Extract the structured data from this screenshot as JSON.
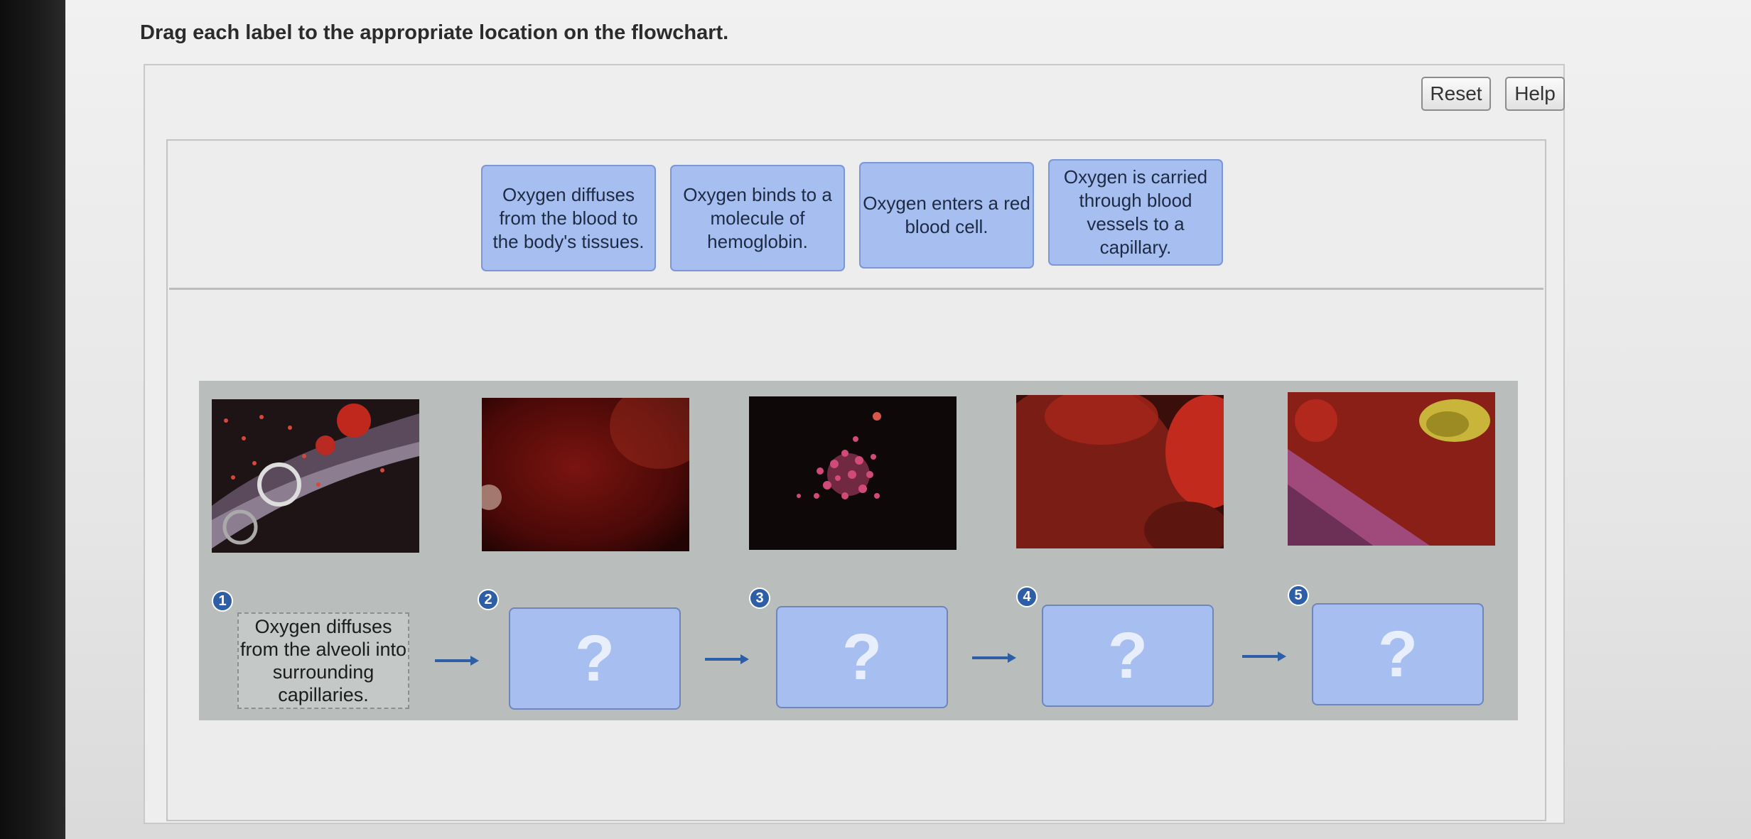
{
  "instruction": "Drag each label to the appropriate location on the flowchart.",
  "buttons": {
    "reset": "Reset",
    "help": "Help"
  },
  "labels": [
    "Oxygen diffuses from the blood to the body's tissues.",
    "Oxygen binds to a molecule of hemoglobin.",
    "Oxygen enters a red blood cell.",
    "Oxygen is carried through blood vessels to a capillary."
  ],
  "flowchart": {
    "steps": [
      "1",
      "2",
      "3",
      "4",
      "5"
    ],
    "given_step_text": "Oxygen diffuses from the alveoli into surrounding capillaries.",
    "placeholder": "?"
  },
  "colors": {
    "label_fill": "#a6bff0",
    "label_border": "#7b97d6",
    "step_badge": "#2e5fa6",
    "flow_background": "#b9bdbc"
  }
}
